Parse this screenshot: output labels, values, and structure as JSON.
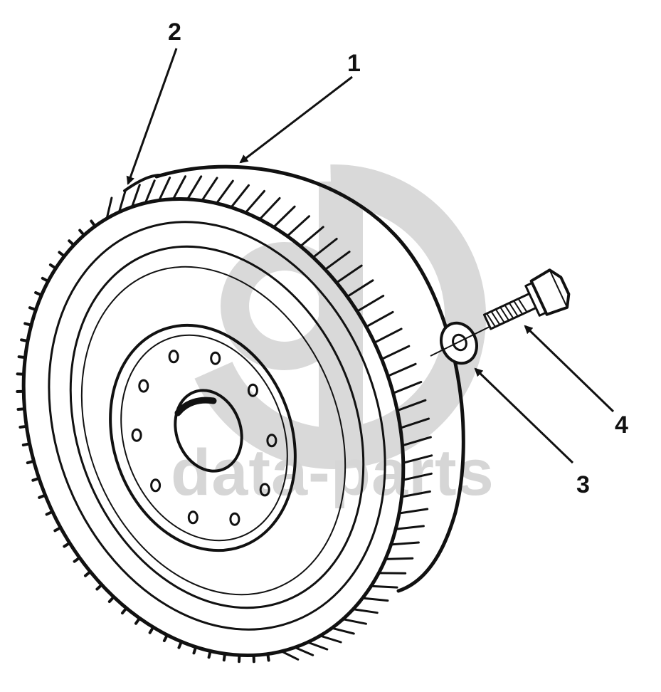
{
  "watermark": {
    "text": "data-parts"
  },
  "callouts": [
    {
      "id": "callout-1",
      "label": "1"
    },
    {
      "id": "callout-2",
      "label": "2"
    },
    {
      "id": "callout-3",
      "label": "3"
    },
    {
      "id": "callout-4",
      "label": "4"
    }
  ],
  "colors": {
    "line": "#111111",
    "watermark": "#d6d6d6",
    "background": "#ffffff"
  }
}
